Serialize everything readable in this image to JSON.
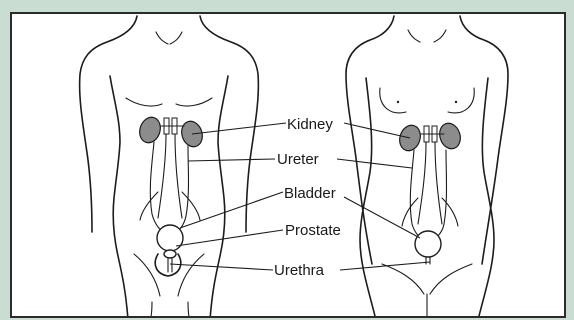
{
  "labels": {
    "kidney": "Kidney",
    "ureter": "Ureter",
    "bladder": "Bladder",
    "prostate": "Prostate",
    "urethra": "Urethra"
  },
  "colors": {
    "background": "#c9ddd3",
    "organ_fill": "#8c8c8c",
    "outline": "#1c1c1c"
  }
}
